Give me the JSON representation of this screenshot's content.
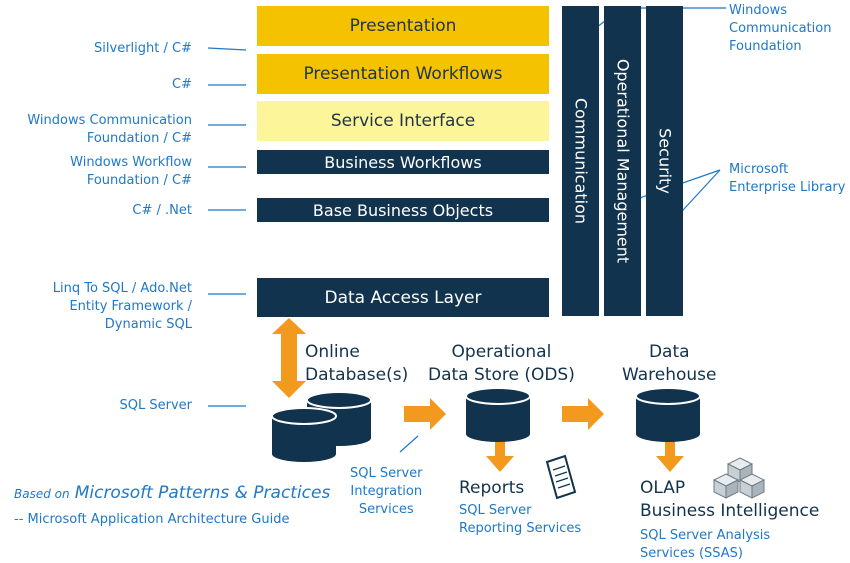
{
  "layers": {
    "presentation": "Presentation",
    "presentation_workflows": "Presentation Workflows",
    "service_interface": "Service Interface",
    "business_workflows": "Business Workflows",
    "base_business_objects": "Base Business Objects",
    "data_access_layer": "Data Access Layer"
  },
  "vertical_bars": {
    "communication": "Communication",
    "operational_management": "Operational Management",
    "security": "Security"
  },
  "left_labels": {
    "silverlight": "Silverlight / C#",
    "csharp": "C#",
    "wcf": "Windows Communication\nFoundation / C#",
    "wwf": "Windows Workflow\nFoundation / C#",
    "csharp_net": "C# / .Net",
    "linq": "Linq To SQL / Ado.Net\nEntity Framework /\nDynamic SQL",
    "sql_server": "SQL Server"
  },
  "right_labels": {
    "wcf": "Windows\nCommunication\nFoundation",
    "ent_lib": "Microsoft\nEnterprise Library"
  },
  "bottom": {
    "online_db": "Online\nDatabase(s)",
    "ods": "Operational\nData Store (ODS)",
    "dw": "Data\nWarehouse",
    "ssis": "SQL Server\nIntegration\nServices",
    "reports": "Reports",
    "ssrs": "SQL Server\nReporting Services",
    "olap": "OLAP\nBusiness Intelligence",
    "ssas": "SQL Server Analysis\nServices (SSAS)"
  },
  "credit": {
    "based_on": "Based on",
    "patterns": "Microsoft Patterns & Practices",
    "guide": "-- Microsoft Application Architecture Guide"
  },
  "colors": {
    "navy": "#12334d",
    "gold": "#f5c200",
    "pale_yellow": "#fdf59a",
    "orange": "#f39a1e",
    "label_blue": "#1f78c8"
  }
}
